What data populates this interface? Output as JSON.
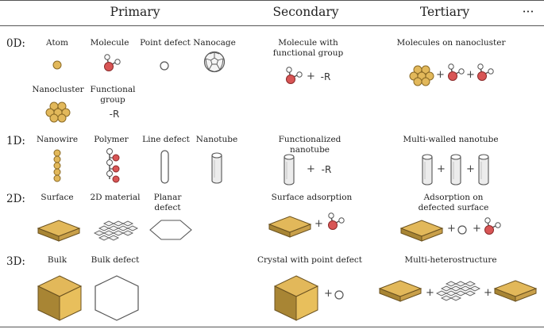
{
  "headers": {
    "primary": "Primary",
    "secondary": "Secondary",
    "tertiary": "Tertiary",
    "more": "···"
  },
  "rows": {
    "r0": "0D:",
    "r1": "1D:",
    "r2": "2D:",
    "r3": "3D:"
  },
  "labels": {
    "atom": "Atom",
    "molecule": "Molecule",
    "point_defect": "Point defect",
    "nanocage": "Nanocage",
    "nanocluster": "Nanocluster",
    "functional_group": "Functional group",
    "functional_group_symbol": "-R",
    "molecule_functional": "Molecule with functional group",
    "molecules_nanocluster": "Molecules on nanocluster",
    "nanowire": "Nanowire",
    "polymer": "Polymer",
    "line_defect": "Line defect",
    "nanotube": "Nanotube",
    "functionalized_nanotube": "Functionalized nanotube",
    "multiwalled_nanotube": "Multi-walled nanotube",
    "surface": "Surface",
    "material_2d": "2D material",
    "planar_defect": "Planar defect",
    "surface_adsorption": "Surface adsorption",
    "adsorption_defected": "Adsorption on defected surface",
    "bulk": "Bulk",
    "bulk_defect": "Bulk defect",
    "crystal_point_defect": "Crystal with point defect",
    "multi_heterostructure": "Multi-heterostructure"
  },
  "symbols": {
    "plus": "+",
    "r_group": "-R"
  },
  "colors": {
    "gold": "#e2b85a",
    "gold_side": "#a88534",
    "gold_dark": "#8a6a26",
    "red": "#d85555",
    "outline": "#555555"
  }
}
